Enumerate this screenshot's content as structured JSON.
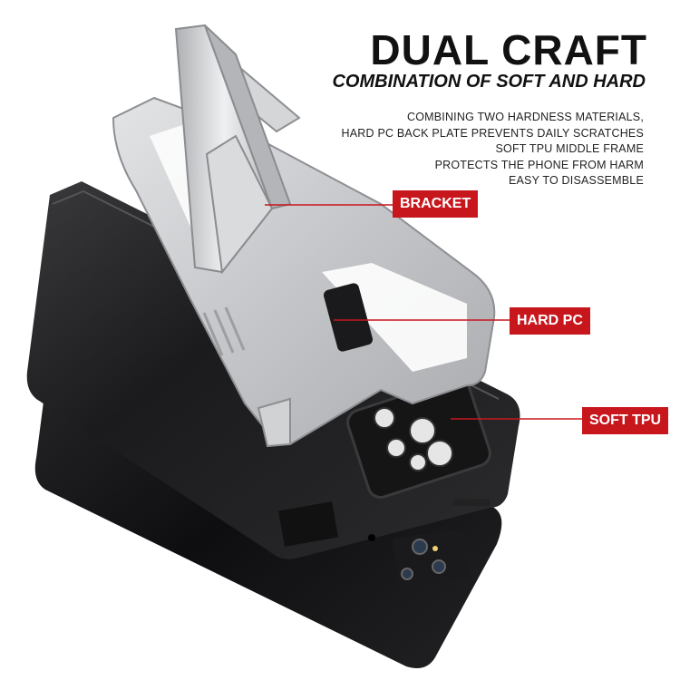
{
  "headline": "DUAL CRAFT",
  "subheadline": "COMBINATION OF SOFT AND HARD",
  "description_lines": [
    "COMBINING TWO HARDNESS MATERIALS,",
    "HARD PC BACK PLATE PREVENTS DAILY SCRATCHES",
    "SOFT TPU MIDDLE FRAME",
    "PROTECTS THE PHONE FROM HARM",
    "EASY TO DISASSEMBLE"
  ],
  "callouts": {
    "bracket": "BRACKET",
    "hard_pc": "HARD PC",
    "soft_tpu": "SOFT TPU"
  },
  "colors": {
    "background": "#ffffff",
    "callout_red": "#c8161d",
    "pc_silver": "#c9cbce",
    "tpu_black": "#1b1b1d"
  },
  "icons": [
    "phone-image",
    "case-image",
    "camera-lens"
  ]
}
